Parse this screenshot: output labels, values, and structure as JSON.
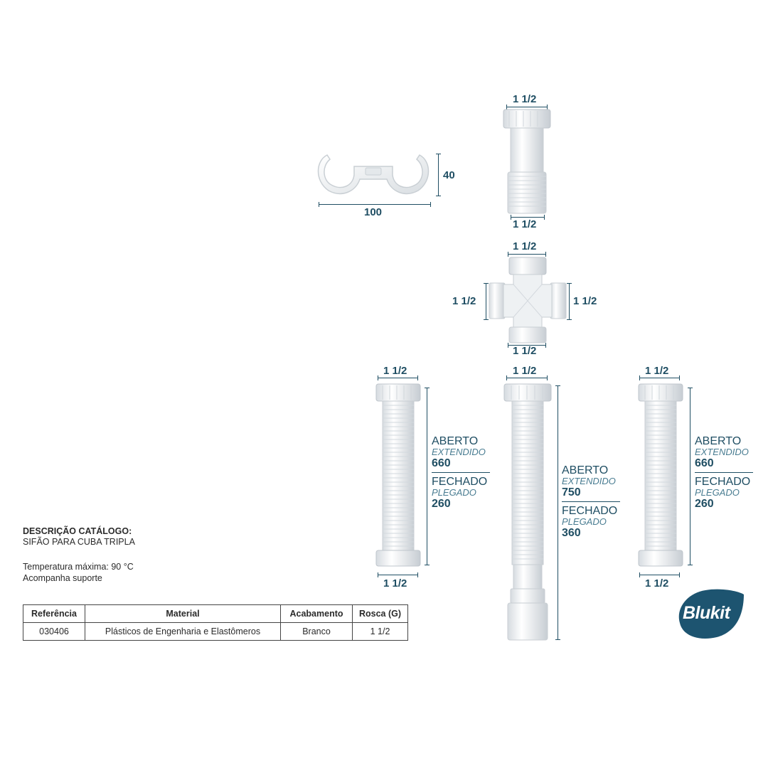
{
  "description": {
    "title": "DESCRIÇÃO CATÁLOGO:",
    "subtitle": "SIFÃO PARA CUBA TRIPLA",
    "line1": "Temperatura máxima: 90 °C",
    "line2": "Acompanha suporte"
  },
  "table": {
    "headers": [
      "Referência",
      "Material",
      "Acabamento",
      "Rosca (G)"
    ],
    "rows": [
      [
        "030406",
        "Plásticos de Engenharia e Elastômeros",
        "Branco",
        "1 1/2"
      ]
    ]
  },
  "dimensions": {
    "thread": "1 1/2",
    "support_width": "100",
    "support_height": "40"
  },
  "side_hose": {
    "open_label": "ABERTO",
    "open_sub": "EXTENDIDO",
    "open_value": "660",
    "closed_label": "FECHADO",
    "closed_sub": "PLEGADO",
    "closed_value": "260"
  },
  "center_hose": {
    "open_label": "ABERTO",
    "open_sub": "EXTENDIDO",
    "open_value": "750",
    "closed_label": "FECHADO",
    "closed_sub": "PLEGADO",
    "closed_value": "360"
  },
  "brand": {
    "name": "Blukit",
    "color": "#1d5470"
  }
}
